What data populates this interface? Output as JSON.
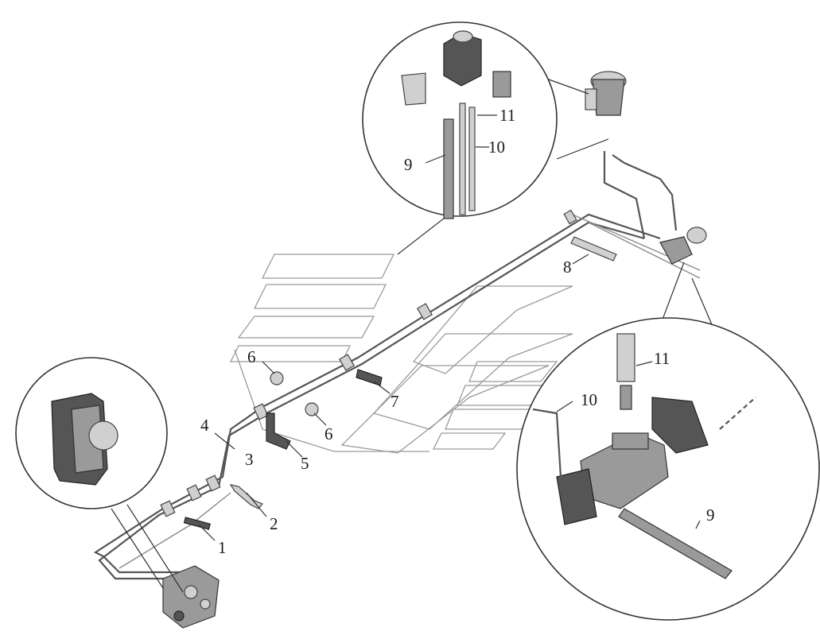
{
  "callouts": [
    {
      "id": "c1",
      "text": "1"
    },
    {
      "id": "c2",
      "text": "2"
    },
    {
      "id": "c3",
      "text": "3"
    },
    {
      "id": "c4",
      "text": "4"
    },
    {
      "id": "c5",
      "text": "5"
    },
    {
      "id": "c6a",
      "text": "6"
    },
    {
      "id": "c6b",
      "text": "6"
    },
    {
      "id": "c7",
      "text": "7"
    },
    {
      "id": "c8",
      "text": "8"
    },
    {
      "id": "c9top",
      "text": "9"
    },
    {
      "id": "c10top",
      "text": "10"
    },
    {
      "id": "c11top",
      "text": "11"
    },
    {
      "id": "c9bot",
      "text": "9"
    },
    {
      "id": "c10bot",
      "text": "10"
    },
    {
      "id": "c11bot",
      "text": "11"
    }
  ]
}
